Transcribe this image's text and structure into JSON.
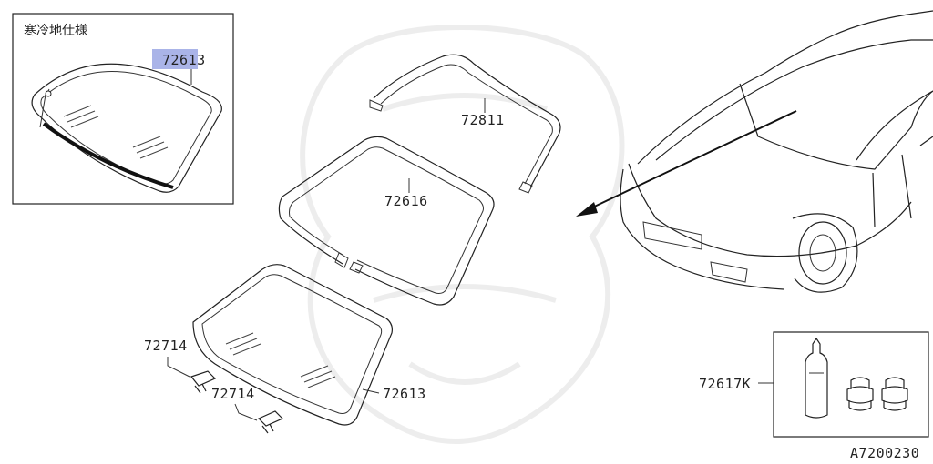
{
  "inset": {
    "title": "寒冷地仕様",
    "highlighted_part": {
      "prefix": "7261",
      "suffix": "3"
    }
  },
  "parts": [
    {
      "id": "72811",
      "label": "72811"
    },
    {
      "id": "72616",
      "label": "72616"
    },
    {
      "id": "72613",
      "label": "72613"
    },
    {
      "id": "72714a",
      "label": "72714"
    },
    {
      "id": "72714b",
      "label": "72714"
    },
    {
      "id": "72617K",
      "label": "72617K"
    }
  ],
  "diagram_code": "A7200230",
  "colors": {
    "highlight": "#aab4e8",
    "line": "#222222"
  }
}
